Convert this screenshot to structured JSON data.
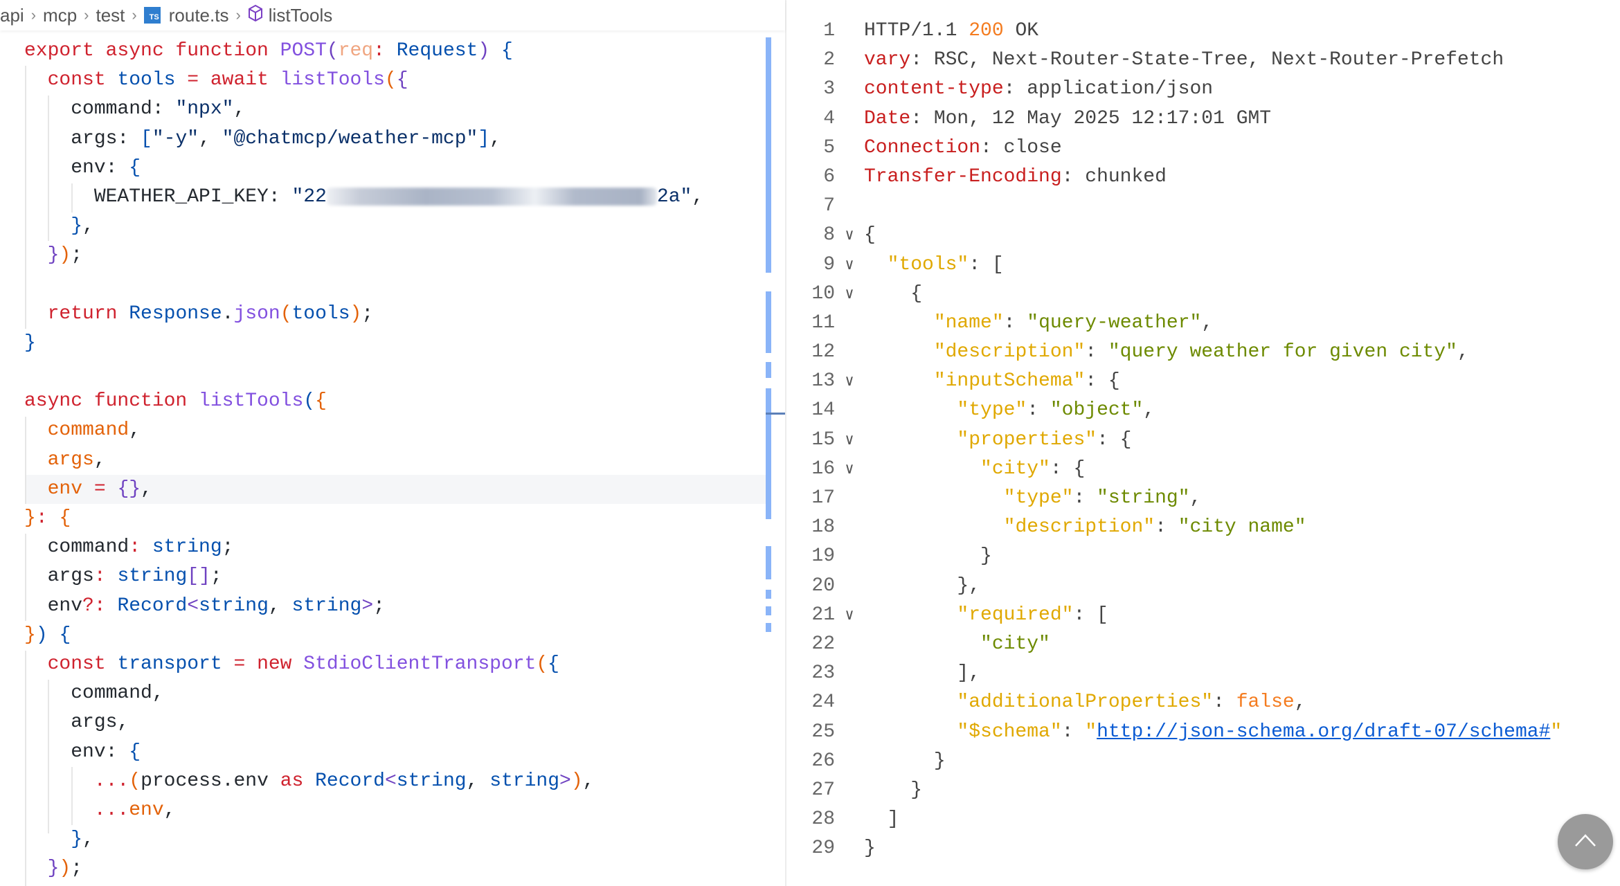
{
  "breadcrumb": [
    "api",
    "mcp",
    "test",
    "route.ts",
    "listTools"
  ],
  "left_lines": [
    [
      [
        "k",
        "export async function "
      ],
      [
        "f",
        "POST"
      ],
      [
        "pu",
        "("
      ],
      [
        "q",
        "req"
      ],
      [
        "k",
        ": "
      ],
      [
        "b",
        "Request"
      ],
      [
        "pu",
        ")"
      ],
      [
        "t",
        " "
      ],
      [
        "b",
        "{"
      ]
    ],
    [
      [
        "t",
        "  "
      ],
      [
        "k",
        "const "
      ],
      [
        "b",
        "tools"
      ],
      [
        "k",
        " = await "
      ],
      [
        "f",
        "listTools"
      ],
      [
        "o",
        "("
      ],
      [
        "pu",
        "{"
      ]
    ],
    [
      [
        "t",
        "    command: "
      ],
      [
        "s",
        "\"npx\""
      ],
      [
        "t",
        ","
      ]
    ],
    [
      [
        "t",
        "    args: "
      ],
      [
        "b",
        "["
      ],
      [
        "s",
        "\"-y\""
      ],
      [
        "t",
        ", "
      ],
      [
        "s",
        "\"@chatmcp/weather-mcp\""
      ],
      [
        "b",
        "]"
      ],
      [
        "t",
        ","
      ]
    ],
    [
      [
        "t",
        "    env: "
      ],
      [
        "b",
        "{"
      ]
    ],
    [
      [
        "t",
        "      WEATHER_API_KEY: "
      ],
      [
        "s",
        "\"22"
      ],
      [
        "blur",
        ""
      ],
      [
        "s",
        "2a\""
      ],
      [
        "t",
        ","
      ]
    ],
    [
      [
        "t",
        "    "
      ],
      [
        "b",
        "}"
      ],
      [
        "t",
        ","
      ]
    ],
    [
      [
        "t",
        "  "
      ],
      [
        "pu",
        "}"
      ],
      [
        "o",
        ")"
      ],
      [
        "t",
        ";"
      ]
    ],
    [],
    [
      [
        "t",
        "  "
      ],
      [
        "k",
        "return "
      ],
      [
        "b",
        "Response"
      ],
      [
        "t",
        "."
      ],
      [
        "f",
        "json"
      ],
      [
        "o",
        "("
      ],
      [
        "b",
        "tools"
      ],
      [
        "o",
        ")"
      ],
      [
        "t",
        ";"
      ]
    ],
    [
      [
        "b",
        "}"
      ]
    ],
    [],
    [
      [
        "k",
        "async function "
      ],
      [
        "f",
        "listTools"
      ],
      [
        "b",
        "("
      ],
      [
        "o",
        "{"
      ]
    ],
    [
      [
        "o",
        "  command"
      ],
      [
        "t",
        ","
      ]
    ],
    [
      [
        "o",
        "  args"
      ],
      [
        "t",
        ","
      ]
    ],
    [
      [
        "o",
        "  env"
      ],
      [
        "k",
        " = "
      ],
      [
        "pu",
        "{}"
      ],
      [
        "t",
        ","
      ]
    ],
    [
      [
        "o",
        "}"
      ],
      [
        "k",
        ":"
      ],
      [
        "t",
        " "
      ],
      [
        "o",
        "{"
      ]
    ],
    [
      [
        "t",
        "  command"
      ],
      [
        "k",
        ": "
      ],
      [
        "b",
        "string"
      ],
      [
        "t",
        ";"
      ]
    ],
    [
      [
        "t",
        "  args"
      ],
      [
        "k",
        ": "
      ],
      [
        "b",
        "string"
      ],
      [
        "pu",
        "[]"
      ],
      [
        "t",
        ";"
      ]
    ],
    [
      [
        "t",
        "  env"
      ],
      [
        "k",
        "?: "
      ],
      [
        "b",
        "Record"
      ],
      [
        "pu",
        "<"
      ],
      [
        "b",
        "string"
      ],
      [
        "t",
        ", "
      ],
      [
        "b",
        "string"
      ],
      [
        "pu",
        ">"
      ],
      [
        "t",
        ";"
      ]
    ],
    [
      [
        "o",
        "}"
      ],
      [
        "b",
        ")"
      ],
      [
        "t",
        " "
      ],
      [
        "b",
        "{"
      ]
    ],
    [
      [
        "t",
        "  "
      ],
      [
        "k",
        "const "
      ],
      [
        "b",
        "transport"
      ],
      [
        "k",
        " = new "
      ],
      [
        "f",
        "StdioClientTransport"
      ],
      [
        "o",
        "("
      ],
      [
        "b",
        "{"
      ]
    ],
    [
      [
        "t",
        "    command,"
      ]
    ],
    [
      [
        "t",
        "    args,"
      ]
    ],
    [
      [
        "t",
        "    env: "
      ],
      [
        "b",
        "{"
      ]
    ],
    [
      [
        "t",
        "      "
      ],
      [
        "k",
        "..."
      ],
      [
        "o",
        "("
      ],
      [
        "t",
        "process.env "
      ],
      [
        "k",
        "as "
      ],
      [
        "b",
        "Record"
      ],
      [
        "pu",
        "<"
      ],
      [
        "b",
        "string"
      ],
      [
        "t",
        ", "
      ],
      [
        "b",
        "string"
      ],
      [
        "pu",
        ">"
      ],
      [
        "o",
        ")"
      ],
      [
        "t",
        ","
      ]
    ],
    [
      [
        "t",
        "      "
      ],
      [
        "k",
        "..."
      ],
      [
        "o",
        "env"
      ],
      [
        "t",
        ","
      ]
    ],
    [
      [
        "t",
        "    "
      ],
      [
        "b",
        "}"
      ],
      [
        "t",
        ","
      ]
    ],
    [
      [
        "t",
        "  "
      ],
      [
        "pu",
        "}"
      ],
      [
        "o",
        ")"
      ],
      [
        "t",
        ";"
      ]
    ]
  ],
  "right_lines": [
    [
      [
        "jp",
        "HTTP/1.1 "
      ],
      [
        "jo",
        "200"
      ],
      [
        "jp",
        " OK"
      ]
    ],
    [
      [
        "hn",
        "vary"
      ],
      [
        "jp",
        ": RSC, Next-Router-State-Tree, Next-Router-Prefetch"
      ]
    ],
    [
      [
        "hn",
        "content-type"
      ],
      [
        "jp",
        ": application/json"
      ]
    ],
    [
      [
        "hn",
        "Date"
      ],
      [
        "jp",
        ": Mon, 12 May 2025 12:17:01 GMT"
      ]
    ],
    [
      [
        "hn",
        "Connection"
      ],
      [
        "jp",
        ": close"
      ]
    ],
    [
      [
        "hn",
        "Transfer-Encoding"
      ],
      [
        "jp",
        ": chunked"
      ]
    ],
    [],
    [
      [
        "jp",
        "{"
      ]
    ],
    [
      [
        "jp",
        "  "
      ],
      [
        "jk",
        "\"tools\""
      ],
      [
        "jp",
        ": ["
      ]
    ],
    [
      [
        "jp",
        "    {"
      ]
    ],
    [
      [
        "jp",
        "      "
      ],
      [
        "jk",
        "\"name\""
      ],
      [
        "jp",
        ": "
      ],
      [
        "js",
        "\"query-weather\""
      ],
      [
        "jp",
        ","
      ]
    ],
    [
      [
        "jp",
        "      "
      ],
      [
        "jk",
        "\"description\""
      ],
      [
        "jp",
        ": "
      ],
      [
        "js",
        "\"query weather for given city\""
      ],
      [
        "jp",
        ","
      ]
    ],
    [
      [
        "jp",
        "      "
      ],
      [
        "jk",
        "\"inputSchema\""
      ],
      [
        "jp",
        ": {"
      ]
    ],
    [
      [
        "jp",
        "        "
      ],
      [
        "jk",
        "\"type\""
      ],
      [
        "jp",
        ": "
      ],
      [
        "js",
        "\"object\""
      ],
      [
        "jp",
        ","
      ]
    ],
    [
      [
        "jp",
        "        "
      ],
      [
        "jk",
        "\"properties\""
      ],
      [
        "jp",
        ": {"
      ]
    ],
    [
      [
        "jp",
        "          "
      ],
      [
        "jk",
        "\"city\""
      ],
      [
        "jp",
        ": {"
      ]
    ],
    [
      [
        "jp",
        "            "
      ],
      [
        "jk",
        "\"type\""
      ],
      [
        "jp",
        ": "
      ],
      [
        "js",
        "\"string\""
      ],
      [
        "jp",
        ","
      ]
    ],
    [
      [
        "jp",
        "            "
      ],
      [
        "jk",
        "\"description\""
      ],
      [
        "jp",
        ": "
      ],
      [
        "js",
        "\"city name\""
      ]
    ],
    [
      [
        "jp",
        "          }"
      ]
    ],
    [
      [
        "jp",
        "        },"
      ]
    ],
    [
      [
        "jp",
        "        "
      ],
      [
        "jk",
        "\"required\""
      ],
      [
        "jp",
        ": ["
      ]
    ],
    [
      [
        "jp",
        "          "
      ],
      [
        "js",
        "\"city\""
      ]
    ],
    [
      [
        "jp",
        "        ],"
      ]
    ],
    [
      [
        "jp",
        "        "
      ],
      [
        "jk",
        "\"additionalProperties\""
      ],
      [
        "jp",
        ": "
      ],
      [
        "jo",
        "false"
      ],
      [
        "jp",
        ","
      ]
    ],
    [
      [
        "jp",
        "        "
      ],
      [
        "jk",
        "\"$schema\""
      ],
      [
        "jp",
        ": "
      ],
      [
        "jk",
        "\""
      ],
      [
        "lnk",
        "http://json-schema.org/draft-07/schema#"
      ],
      [
        "jk",
        "\""
      ]
    ],
    [
      [
        "jp",
        "      }"
      ]
    ],
    [
      [
        "jp",
        "    }"
      ]
    ],
    [
      [
        "jp",
        "  ]"
      ]
    ],
    [
      [
        "jp",
        "}"
      ]
    ]
  ],
  "foldable_lines": [
    8,
    9,
    10,
    13,
    15,
    16,
    21
  ],
  "highlighted_left_line": 16,
  "fold_icon": "chevron-down-icon",
  "scroll_top_icon": "chevron-up-icon"
}
